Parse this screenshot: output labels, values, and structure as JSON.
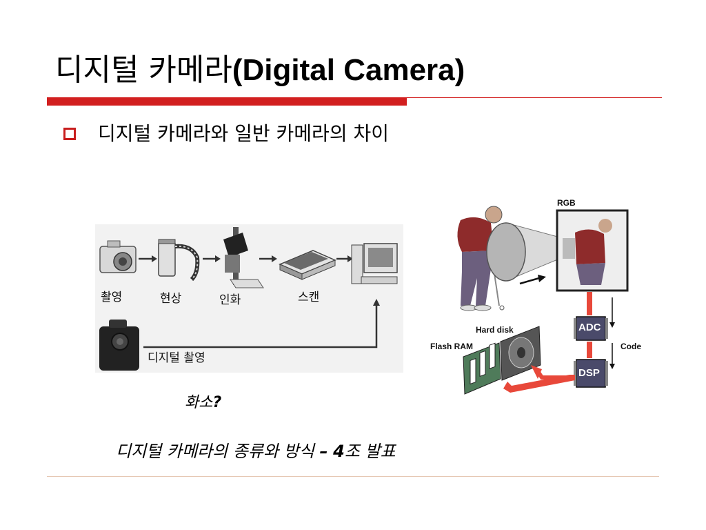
{
  "slide": {
    "title_ko": "디지털 카메라",
    "title_en": "(Digital Camera)",
    "bullet": "디지털 카메라와 일반 카메라의 차이",
    "colors": {
      "accent_red": "#d21f1f",
      "footer_line": "#e6c8b4"
    }
  },
  "film_process": {
    "steps": [
      "촬영",
      "현상",
      "인화",
      "스캔"
    ],
    "digital_label": "디지털 촬영",
    "icons": [
      "camera-icon",
      "film-roll-icon",
      "enlarger-icon",
      "scanner-icon",
      "computer-icon",
      "digital-camera-icon"
    ]
  },
  "digital_diagram": {
    "labels": {
      "rgb": "RGB",
      "hard_disk": "Hard disk",
      "flash_ram": "Flash RAM",
      "code": "Code",
      "adc": "ADC",
      "dsp": "DSP"
    }
  },
  "notes": {
    "question_text": "화소",
    "question_mark": "?",
    "presentation_prefix": "디지털 카메라의 종류와 방식 ",
    "presentation_dash": "–",
    "presentation_num": "4",
    "presentation_suffix": "조 발표"
  }
}
